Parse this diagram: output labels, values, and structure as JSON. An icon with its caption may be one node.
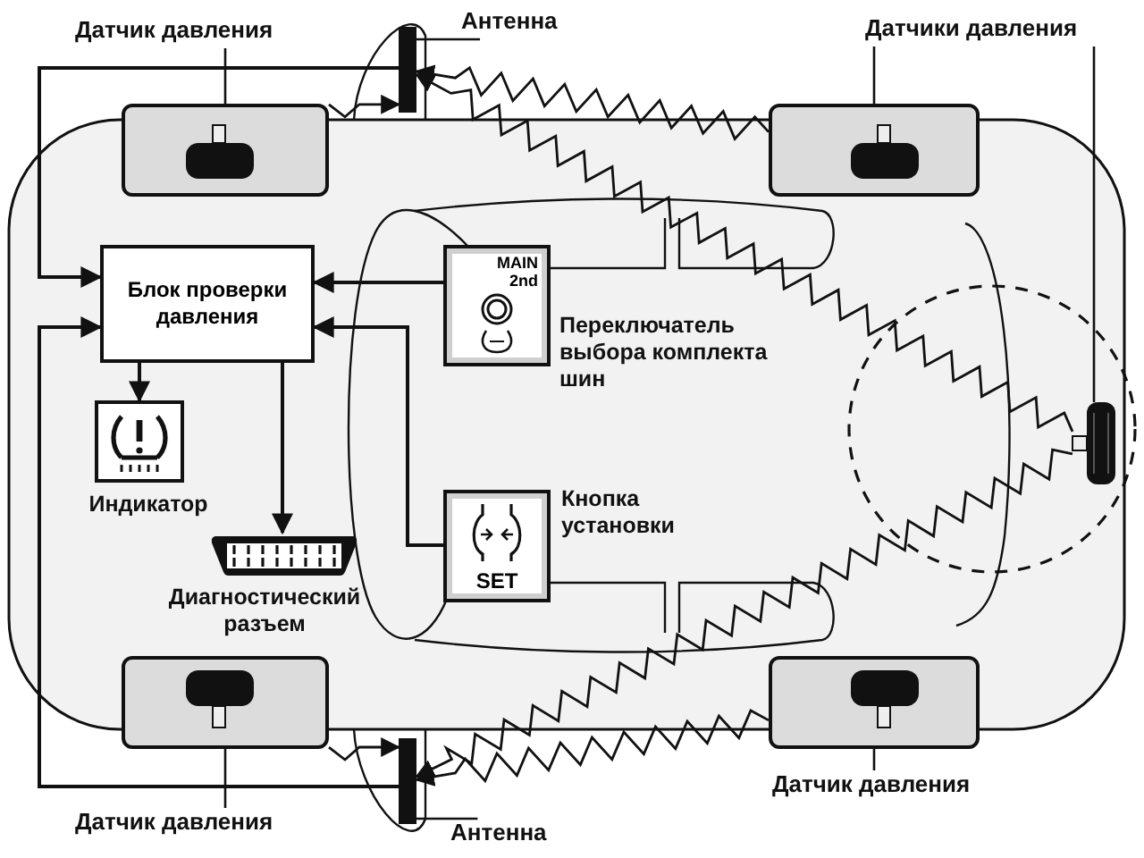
{
  "diagram": {
    "nodes": [
      {
        "text": [
          "Датчик давления"
        ]
      },
      {
        "text": [
          "Антенна"
        ]
      },
      {
        "text": [
          "Датчики давления"
        ]
      },
      {
        "text": [],
        "shape": "picture"
      },
      {
        "text": [],
        "shape": "bar"
      },
      {
        "text": [],
        "shape": "picture"
      },
      {
        "text": [
          "Блок проверки давления"
        ]
      },
      {
        "text": [
          "MAIN",
          "2nd"
        ],
        "beside": [
          "Переключатель выбора комплекта шин"
        ]
      },
      {
        "text": [],
        "shape": "picture",
        "beside": [
          "Индикатор"
        ]
      },
      {
        "text": [],
        "shape": "picture",
        "beside": [
          "Диагностический разъем"
        ]
      },
      {
        "text": [
          "SET"
        ],
        "beside": [
          "Кнопка установки"
        ]
      },
      {
        "text": [],
        "shape": "picture"
      },
      {
        "text": [],
        "shape": "picture"
      },
      {
        "text": [],
        "shape": "bar"
      },
      {
        "text": [],
        "shape": "picture"
      },
      {
        "text": [
          "Датчик давления"
        ]
      },
      {
        "text": [
          "Антенна"
        ]
      },
      {
        "text": [
          "Датчик давления"
        ]
      }
    ],
    "edges": [
      {
        "from": 0,
        "to": 3,
        "arrow": "none"
      },
      {
        "from": 1,
        "to": 4,
        "arrow": "none"
      },
      {
        "from": 2,
        "to": 5,
        "arrow": "none"
      },
      {
        "from": 2,
        "to": 11,
        "arrow": "none"
      },
      {
        "from": 3,
        "to": 4,
        "arrow": "to"
      },
      {
        "from": 5,
        "to": 4,
        "arrow": "to"
      },
      {
        "from": 11,
        "to": 4,
        "arrow": "to"
      },
      {
        "from": 4,
        "to": 6,
        "arrow": "to"
      },
      {
        "from": 7,
        "to": 6,
        "arrow": "to"
      },
      {
        "from": 10,
        "to": 6,
        "arrow": "to"
      },
      {
        "from": 6,
        "to": 8,
        "arrow": "to"
      },
      {
        "from": 6,
        "to": 9,
        "arrow": "to"
      },
      {
        "from": 13,
        "to": 6,
        "arrow": "to"
      },
      {
        "from": 12,
        "to": 13,
        "arrow": "to"
      },
      {
        "from": 14,
        "to": 13,
        "arrow": "to"
      },
      {
        "from": 11,
        "to": 13,
        "arrow": "to"
      },
      {
        "from": 15,
        "to": 12,
        "arrow": "none"
      },
      {
        "from": 16,
        "to": 13,
        "arrow": "none"
      },
      {
        "from": 17,
        "to": 14,
        "arrow": "none"
      }
    ]
  }
}
